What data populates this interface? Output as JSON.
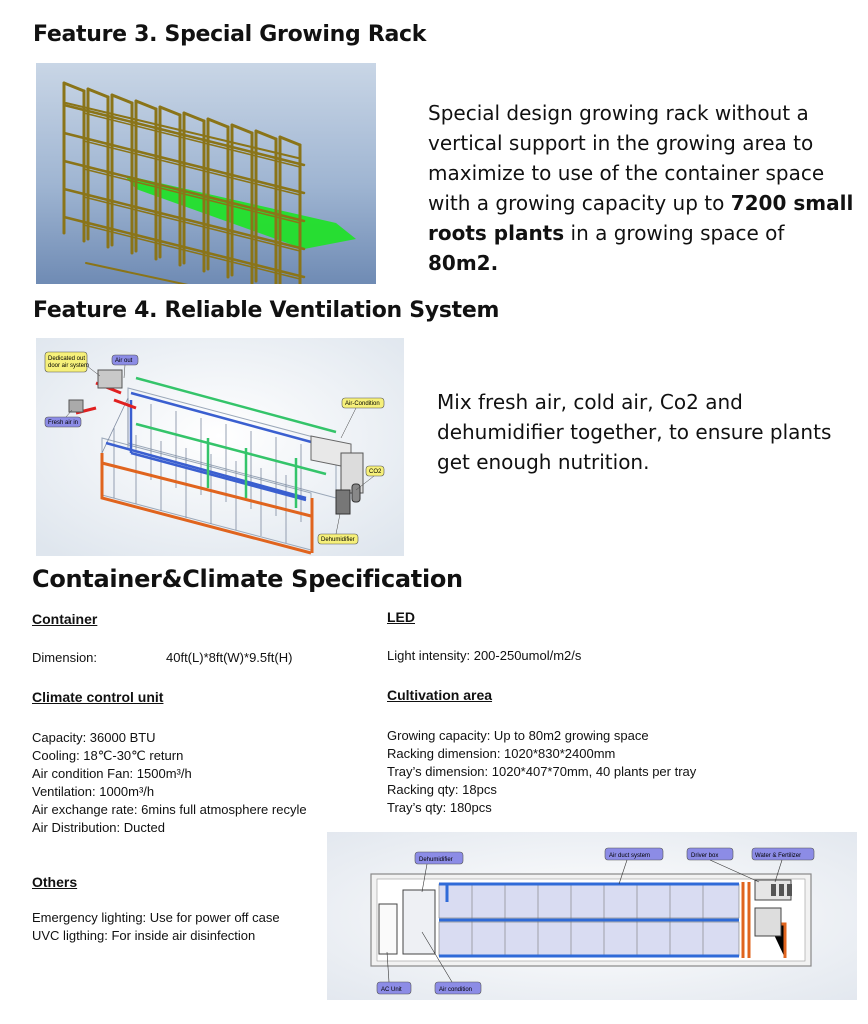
{
  "feature3": {
    "title": "Feature 3. Special Growing Rack",
    "desc_part1": "Special design growing rack without a vertical support in the growing area to maximize to use of the container space with a growing capacity up to ",
    "desc_bold1": "7200 small roots plants",
    "desc_part2": " in a growing space of ",
    "desc_bold2": "80m2."
  },
  "feature4": {
    "title": "Feature 4. Reliable Ventilation System",
    "desc": "Mix fresh air, cold air, Co2 and dehumidifier together, to ensure plants get enough nutrition.",
    "labels": {
      "dedicated": "Dedicated out door air system",
      "air_out": "Air out",
      "fresh_air_in": "Fresh air in",
      "air_condition": "Air-Condition",
      "co2": "CO2",
      "dehumidifier": "Dehumidifier"
    }
  },
  "spec": {
    "title": "Container&Climate Specification",
    "container": {
      "heading": "Container",
      "dimension_label": "Dimension:",
      "dimension_value": "40ft(L)*8ft(W)*9.5ft(H)"
    },
    "led": {
      "heading": "LED",
      "light": "Light intensity: 200-250umol/m2/s"
    },
    "climate": {
      "heading": "Climate control unit",
      "lines": [
        "Capacity: 36000 BTU",
        "Cooling: 18℃-30℃ return",
        "Air condition Fan: 1500m³/h",
        "Ventilation: 1000m³/h",
        "Air exchange rate: 6mins full atmosphere recyle",
        "Air Distribution: Ducted"
      ]
    },
    "cultivation": {
      "heading": "Cultivation area",
      "lines": [
        "Growing capacity: Up to 80m2 growing space",
        "Racking dimension: 1020*830*2400mm",
        "Tray’s dimension: 1020*407*70mm, 40 plants per tray",
        "Racking qty: 18pcs",
        "Tray’s qty: 180pcs"
      ]
    },
    "others": {
      "heading": "Others",
      "lines": [
        "Emergency lighting: Use for power off case",
        "UVC ligthing: For inside air disinfection"
      ]
    }
  },
  "floorplan": {
    "labels": {
      "dehumidifier": "Dehumidifier",
      "air_duct": "Air duct system",
      "driver_box": "Driver box",
      "water": "Water & Fertilizer",
      "ac_unit": "AC Unit",
      "air_condition": "Air condition"
    }
  },
  "colors": {
    "rack_wood": "#8a7418",
    "tray_green": "#22e02a",
    "render_bg": "#8fa8c8",
    "duct_blue": "#3a5fd0",
    "duct_orange": "#e0641e",
    "duct_green": "#34c46a",
    "callout_yellow": "#f6f07a",
    "callout_purple": "#8c8ce6"
  }
}
